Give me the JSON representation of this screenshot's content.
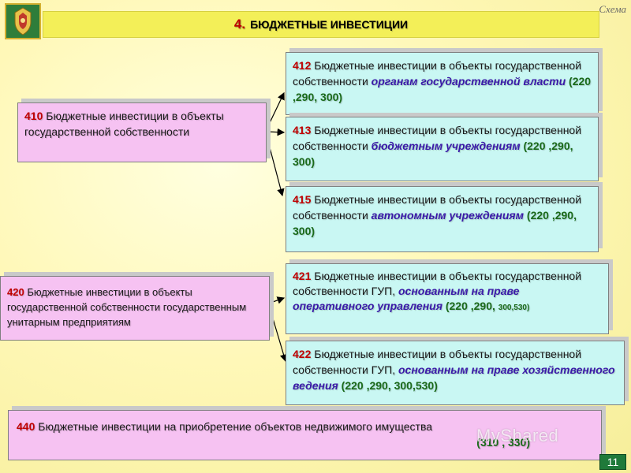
{
  "header": {
    "corner_label": "Схема",
    "title_number": "4.",
    "title_text": "БЮДЖЕТНЫЕ ИНВЕСТИЦИИ"
  },
  "nodes": {
    "n410": {
      "code": "410",
      "text": "Бюджетные инвестиции в объекты государственной собственности"
    },
    "n412": {
      "code": "412",
      "text": "Бюджетные инвестиции в объекты государственной собственности",
      "emph": "органам государственной власти",
      "refs": "(220 ,290, 300)"
    },
    "n413": {
      "code": "413",
      "text": "Бюджетные инвестиции в объекты государственной собственности",
      "emph": "бюджетным учреждениям",
      "refs": "(220 ,290, 300)"
    },
    "n415": {
      "code": "415",
      "text": "Бюджетные инвестиции в объекты государственной собственности",
      "emph": "автономным учреждениям",
      "refs": "(220 ,290, 300)"
    },
    "n420": {
      "code": "420",
      "text": "Бюджетные инвестиции в объекты государственной собственности государственным унитарным предприятиям"
    },
    "n421": {
      "code": "421",
      "text": "Бюджетные инвестиции в объекты государственной собственности ГУП,",
      "emph": "основанным на праве оперативного управления",
      "refs_main": "(220 ,290,",
      "refs_small": "300,530)"
    },
    "n422": {
      "code": "422",
      "text": "Бюджетные инвестиции в объекты государственной собственности ГУП,",
      "emph": "основанным на праве хозяйственного ведения",
      "refs": "(220 ,290, 300,530)"
    },
    "n440": {
      "code": "440",
      "text": "Бюджетные инвестиции на приобретение объектов недвижимого имущества",
      "refs": "(310 , 330)"
    }
  },
  "watermark": "MyShared",
  "footer": {
    "page_number": "11"
  },
  "colors": {
    "pink_box": "#f6c2f2",
    "cyan_box": "#c9f7f3",
    "title_bar": "#f3ef58",
    "code_red": "#c00000",
    "emphasis_purple": "#3a1aa8",
    "reference_green": "#1a6a1a",
    "page_badge": "#1f7a3a"
  },
  "icons": [
    "emblem-icon",
    "arrow-icon"
  ]
}
